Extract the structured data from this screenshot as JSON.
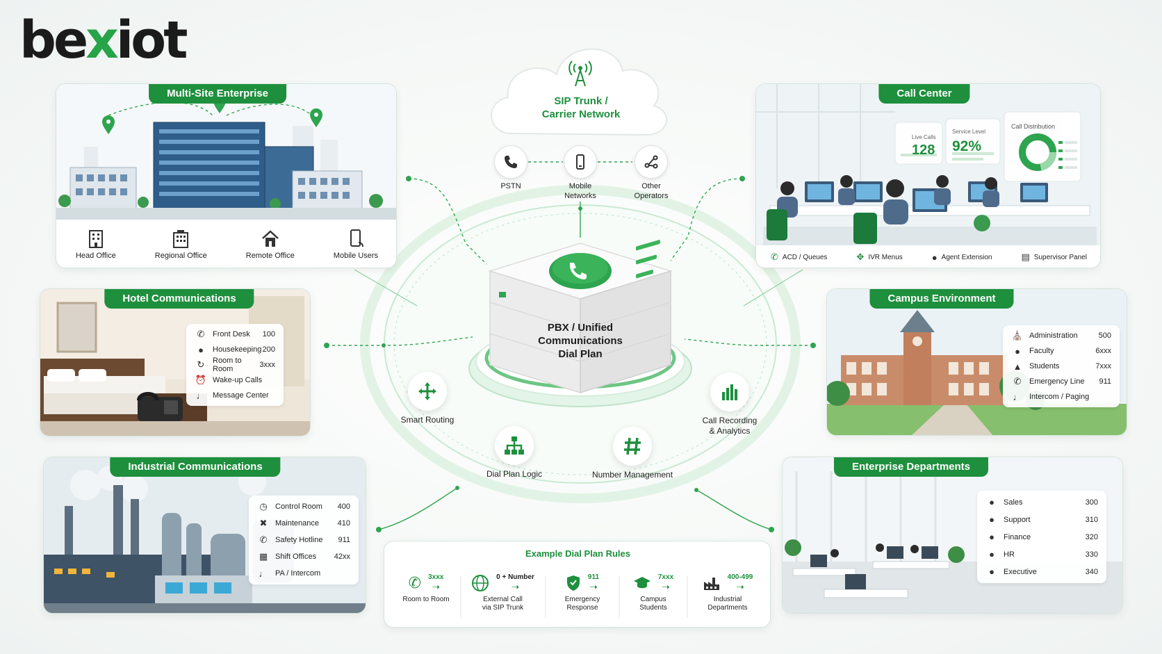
{
  "brand": {
    "logo_pre": "be",
    "logo_x": "x",
    "logo_post": "iot",
    "accent": "#1e8f3d"
  },
  "center": {
    "title_line1": "PBX / Unified",
    "title_line2": "Communications",
    "title_line3": "Dial Plan"
  },
  "cloud": {
    "line1": "SIP Trunk /",
    "line2": "Carrier Network",
    "carriers": [
      {
        "label1": "PSTN",
        "label2": "",
        "icon": "phone-icon"
      },
      {
        "label1": "Mobile",
        "label2": "Networks",
        "icon": "mobile-icon"
      },
      {
        "label1": "Other",
        "label2": "Operators",
        "icon": "share-icon"
      }
    ]
  },
  "features": {
    "smart_routing": "Smart Routing",
    "dial_plan_logic": "Dial Plan Logic",
    "number_management": "Number Management",
    "call_recording1": "Call Recording",
    "call_recording2": "& Analytics"
  },
  "multisite": {
    "title": "Multi-Site Enterprise",
    "items": [
      "Head Office",
      "Regional Office",
      "Remote Office",
      "Mobile Users"
    ]
  },
  "callcenter": {
    "title": "Call Center",
    "live_calls_label": "Live Calls",
    "live_calls_value": "128",
    "service_level_label": "Service Level",
    "service_level_value": "92%",
    "distribution_label": "Call Distribution",
    "items": [
      "ACD / Queues",
      "IVR Menus",
      "Agent Extension",
      "Supervisor Panel"
    ]
  },
  "hotel": {
    "title": "Hotel Communications",
    "rows": [
      {
        "label": "Front Desk",
        "num": "100"
      },
      {
        "label": "Housekeeping",
        "num": "200"
      },
      {
        "label": "Room to Room",
        "num": "3xxx"
      },
      {
        "label": "Wake-up Calls",
        "num": ""
      },
      {
        "label": "Message Center",
        "num": ""
      }
    ]
  },
  "campus": {
    "title": "Campus Environment",
    "rows": [
      {
        "label": "Administration",
        "num": "500"
      },
      {
        "label": "Faculty",
        "num": "6xxx"
      },
      {
        "label": "Students",
        "num": "7xxx"
      },
      {
        "label": "Emergency Line",
        "num": "911"
      },
      {
        "label": "Intercom / Paging",
        "num": ""
      }
    ]
  },
  "industrial": {
    "title": "Industrial Communications",
    "rows": [
      {
        "label": "Control Room",
        "num": "400"
      },
      {
        "label": "Maintenance",
        "num": "410"
      },
      {
        "label": "Safety Hotline",
        "num": "911"
      },
      {
        "label": "Shift Offices",
        "num": "42xx"
      },
      {
        "label": "PA / Intercom",
        "num": ""
      }
    ]
  },
  "departments": {
    "title": "Enterprise Departments",
    "rows": [
      {
        "label": "Sales",
        "num": "300"
      },
      {
        "label": "Support",
        "num": "310"
      },
      {
        "label": "Finance",
        "num": "320"
      },
      {
        "label": "HR",
        "num": "330"
      },
      {
        "label": "Executive",
        "num": "340"
      }
    ]
  },
  "rules": {
    "title": "Example Dial Plan Rules",
    "items": [
      {
        "code": "3xxx",
        "label1": "Room to Room",
        "label2": ""
      },
      {
        "code": "0 + Number",
        "label1": "External Call",
        "label2": "via SIP Trunk"
      },
      {
        "code": "911",
        "label1": "Emergency",
        "label2": "Response"
      },
      {
        "code": "7xxx",
        "label1": "Campus",
        "label2": "Students"
      },
      {
        "code": "400-499",
        "label1": "Industrial",
        "label2": "Departments"
      }
    ]
  }
}
